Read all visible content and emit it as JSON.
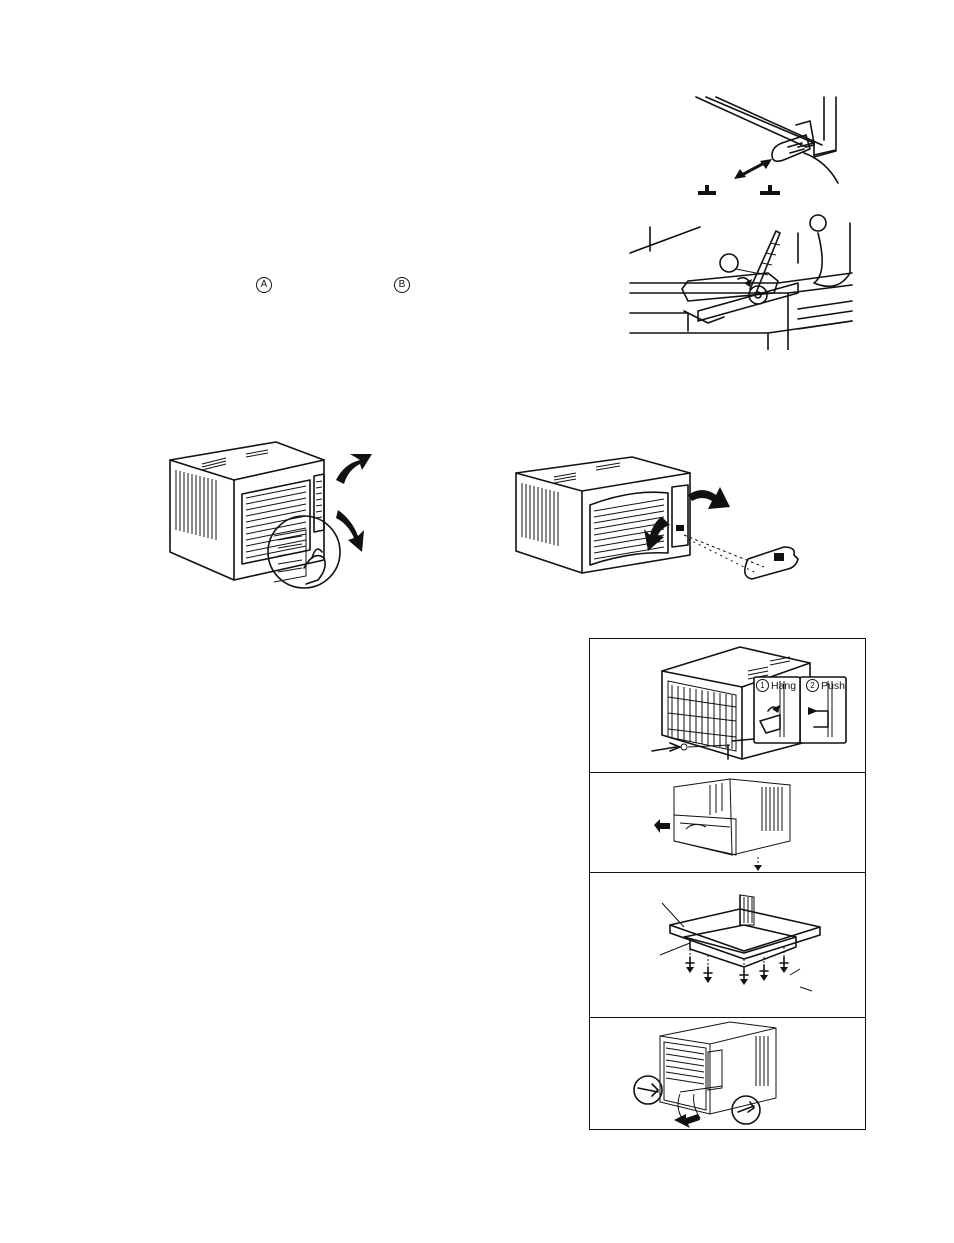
{
  "callouts": {
    "a": "A",
    "b": "B"
  },
  "panel1": {
    "step1_num": "1",
    "step1_label": "Hang",
    "step2_num": "2",
    "step2_label": "Push"
  }
}
